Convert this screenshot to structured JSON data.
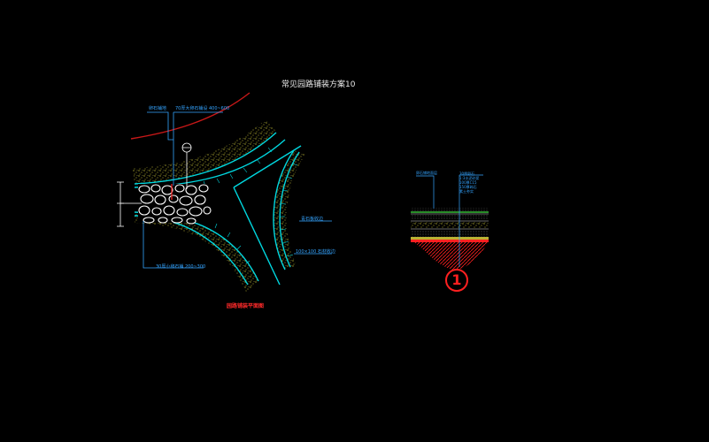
{
  "drawing": {
    "title": "常见园路铺装方案10",
    "plan_title": "园路铺装平面图",
    "detail_number": "1",
    "plan_labels": {
      "top_left": "卵石铺地",
      "top_right": "70厚大卵石铺设 400~600",
      "right_upper": "青石板收边",
      "right_lower": "100×100 石材收边",
      "bottom": "30厚小卵石铺 200~300"
    },
    "section_labels": {
      "left": "卵石铺地面层",
      "lines": [
        "30厚卵石",
        "1:3水泥砂浆",
        "100厚C15",
        "150厚碎石",
        "素土夯实"
      ]
    },
    "colors": {
      "background": "#000000",
      "edge": "#00d8e0",
      "gravel": "#e8e040",
      "cobble": "#ffffff",
      "annotation": "#34a4ff",
      "red": "#ff2020",
      "section_green": "#40e040"
    }
  }
}
